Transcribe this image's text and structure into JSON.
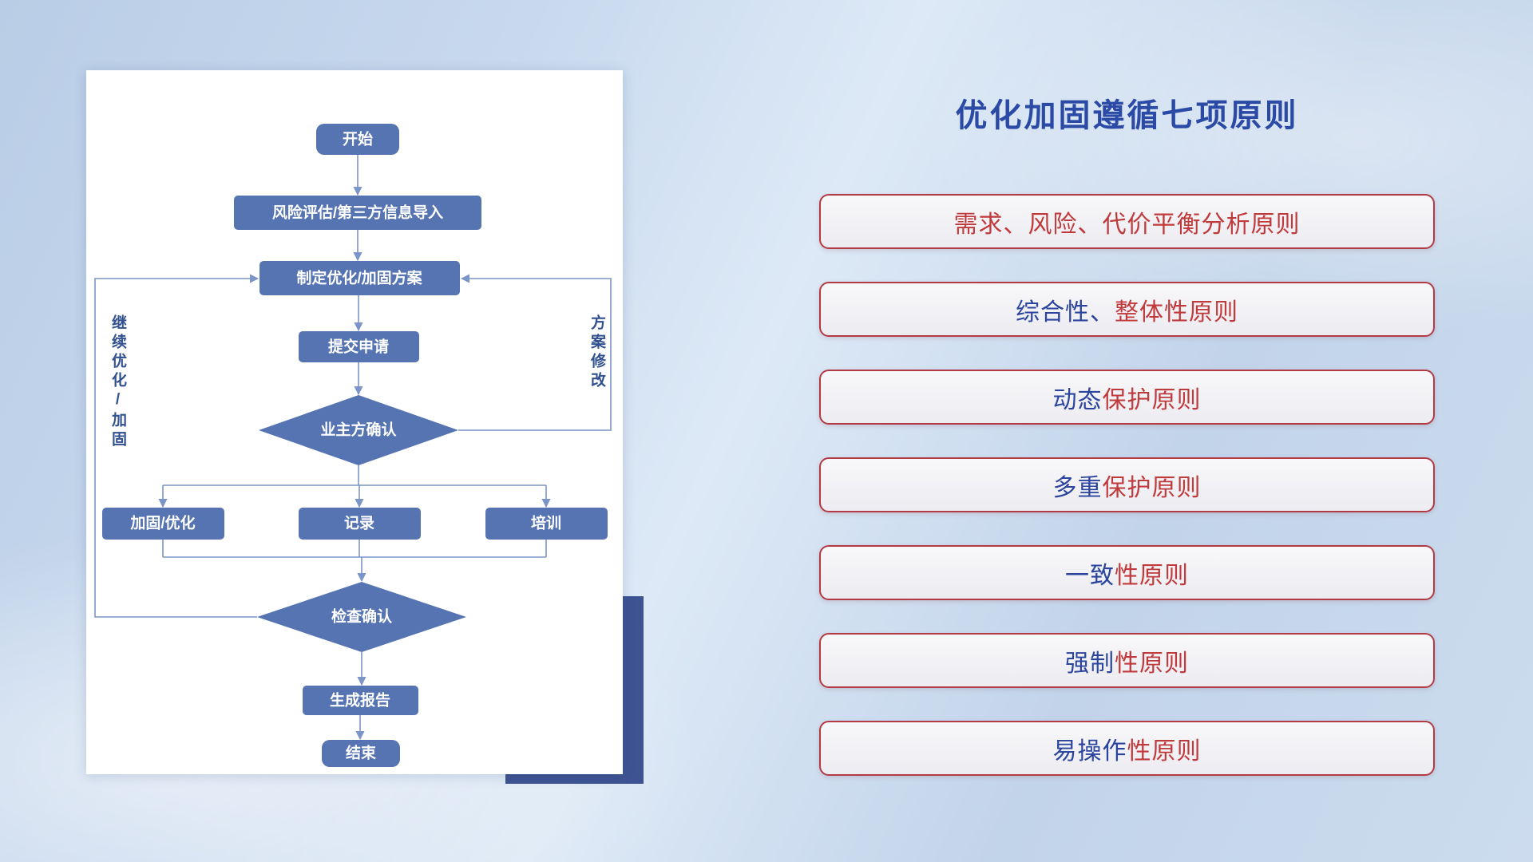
{
  "flowchart": {
    "nodes": {
      "start": "开始",
      "risk_assess": "风险评估/第三方信息导入",
      "make_plan": "制定优化/加固方案",
      "submit": "提交申请",
      "owner_confirm": "业主方确认",
      "harden_optimize": "加固/优化",
      "record": "记录",
      "training": "培训",
      "check_confirm": "检查确认",
      "gen_report": "生成报告",
      "end": "结束"
    },
    "loop_labels": {
      "continue_optimize": "继续优化/加固",
      "plan_modify": "方案修改"
    }
  },
  "panel": {
    "title": "优化加固遵循七项原则",
    "principles": [
      {
        "segments": [
          {
            "text": "需求、风险、代价平衡分析原则",
            "color": "red"
          }
        ]
      },
      {
        "segments": [
          {
            "text": "综合性、",
            "color": "blue"
          },
          {
            "text": "整体性原则",
            "color": "red"
          }
        ]
      },
      {
        "segments": [
          {
            "text": "动态",
            "color": "blue"
          },
          {
            "text": "保护原则",
            "color": "red"
          }
        ]
      },
      {
        "segments": [
          {
            "text": "多重",
            "color": "blue"
          },
          {
            "text": "保护原则",
            "color": "red"
          }
        ]
      },
      {
        "segments": [
          {
            "text": "一致",
            "color": "blue"
          },
          {
            "text": "性原则",
            "color": "red"
          }
        ]
      },
      {
        "segments": [
          {
            "text": "强制",
            "color": "blue"
          },
          {
            "text": "性原则",
            "color": "red"
          }
        ]
      },
      {
        "segments": [
          {
            "text": "易操作",
            "color": "blue"
          },
          {
            "text": "性原则",
            "color": "red"
          }
        ]
      }
    ]
  },
  "colors": {
    "title_blue": "#2a4aa5",
    "principle_red": "#c0393b",
    "principle_blue": "#2b449e",
    "box_border_red": "#b23a44",
    "node_fill": "#5673b2",
    "connector_blue": "#7b95c8",
    "loop_label_navy": "#31508f",
    "card_shadow_navy": "#3e5492"
  }
}
